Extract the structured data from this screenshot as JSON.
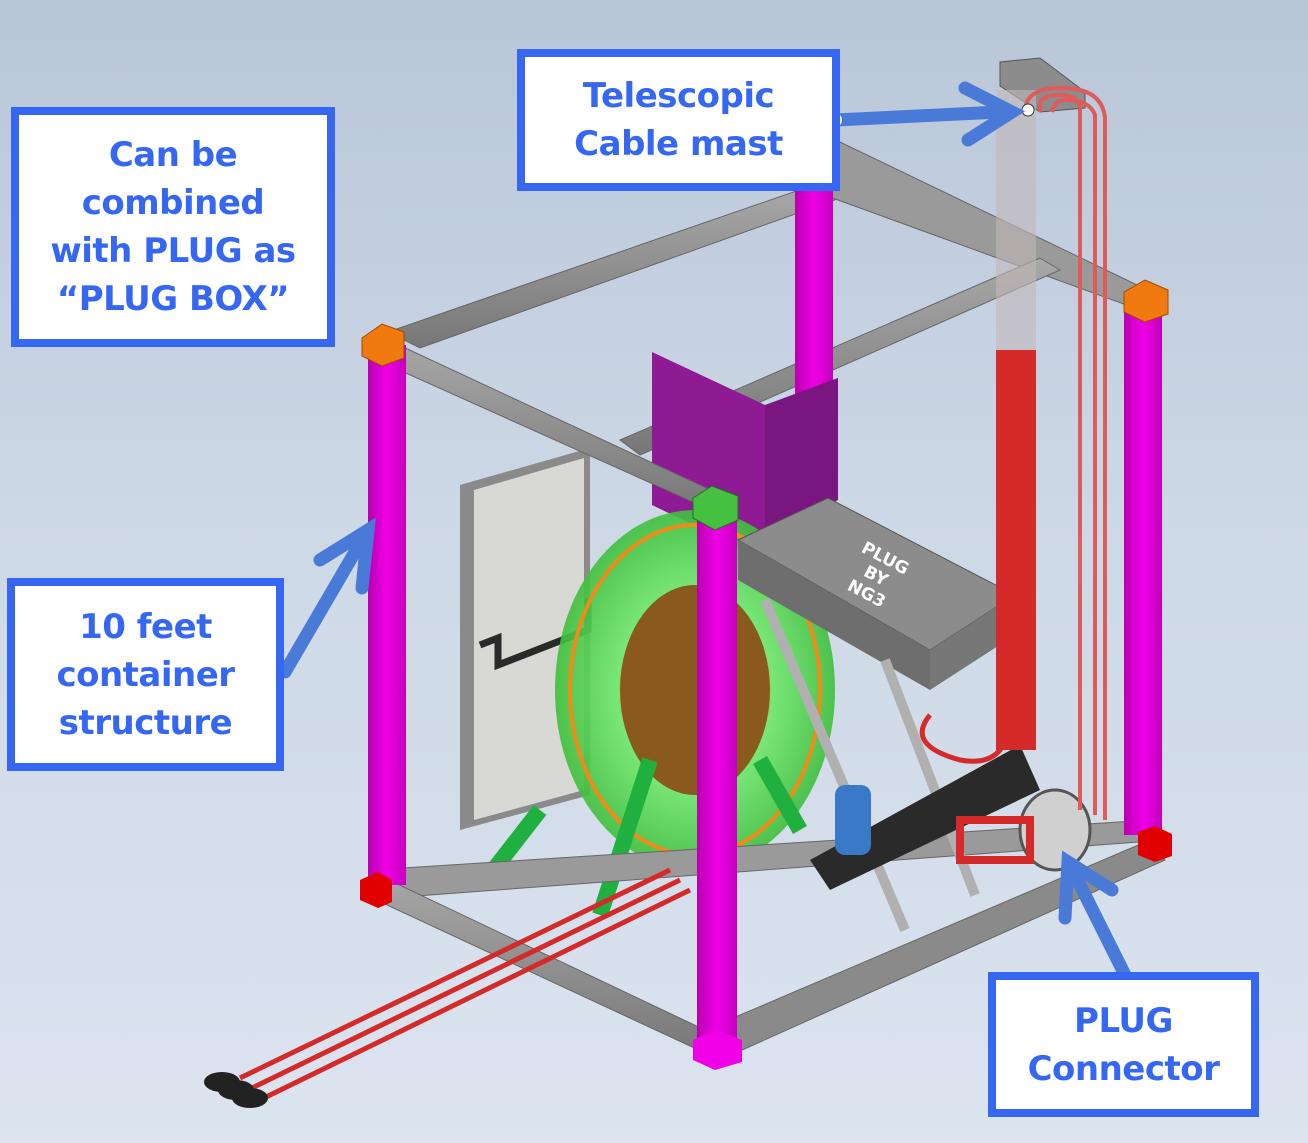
{
  "callouts": {
    "mast": {
      "line1": "Telescopic",
      "line2": "Cable mast"
    },
    "combined": {
      "line1": "Can be",
      "line2": "combined",
      "line3": "with PLUG as",
      "line4": "“PLUG BOX”"
    },
    "container": {
      "line1": "10 feet",
      "line2": "container",
      "line3": "structure"
    },
    "connector": {
      "line1": "PLUG",
      "line2": "Connector"
    }
  },
  "model": {
    "panel_text": [
      "PLUG",
      "BY",
      "NG3"
    ]
  },
  "colors": {
    "callout_blue": "#3567f2",
    "frame_beam": "#8c8c8c",
    "frame_post": "#e000d4",
    "corner_block": "#f07a10",
    "cable": "#d42a2a",
    "reel": "#5ee05a",
    "divider": "#8e1a94"
  }
}
